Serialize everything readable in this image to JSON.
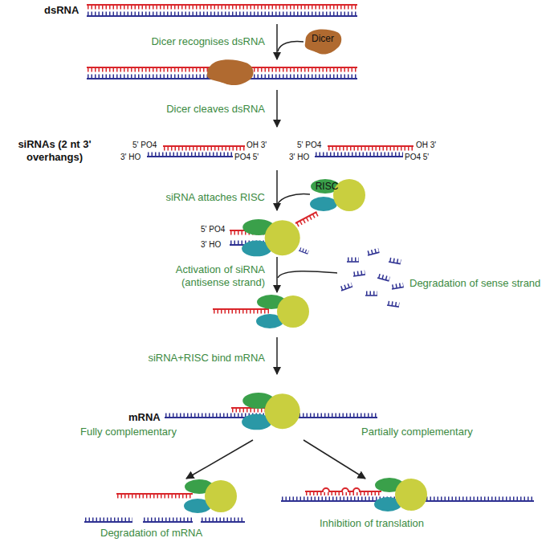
{
  "diagram": {
    "nodes": [
      {
        "text": [
          "Dicer"
        ]
      },
      {
        "text": [
          "RISC"
        ]
      }
    ],
    "labels": [
      "dsRNA",
      "Dicer recognises dsRNA",
      "Dicer cleaves dsRNA",
      "siRNAs (2 nt 3' overhangs)",
      "5' PO4",
      "OH 3'",
      "3' HO",
      "PO4 5'",
      "5' PO4",
      "OH 3'",
      "3' HO",
      "PO4 5'",
      "siRNA attaches RISC",
      "5' PO4",
      "3' HO",
      "Activation of siRNA (antisense strand)",
      "Degradation of sense strand",
      "siRNA+RISC bind mRNA",
      "mRNA",
      "Fully complementary",
      "Partially complementary",
      "Degradation of mRNA",
      "Inhibition of translation"
    ]
  }
}
